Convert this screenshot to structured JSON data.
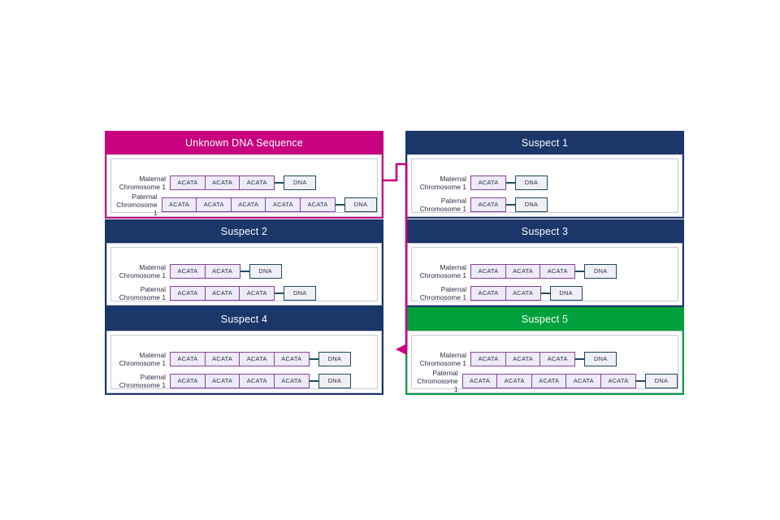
{
  "figure": {
    "title_visible": false,
    "background_color": "#ffffff"
  },
  "colors": {
    "unknown_header": "#C7017F",
    "suspect_header": "#1B3668",
    "match_header": "#00A03C",
    "repeat_border": "#8B3FA0",
    "repeat_fill": "#ECEBF7",
    "dna_border": "#1D4C5C",
    "dna_fill": "#EFEFF5",
    "arrow": "#C7017F",
    "label_text": "#2b2b45"
  },
  "labels": {
    "maternal_line1": "Maternal",
    "maternal_line2": "Chromosome 1",
    "paternal_line1": "Paternal",
    "paternal_line2": "Chromosome 1",
    "repeat_unit": "ACATA",
    "dna_tag": "DNA"
  },
  "panels": [
    {
      "id": "unknown",
      "title": "Unknown DNA Sequence",
      "accent": "magenta",
      "is_match": false,
      "maternal_repeats": 3,
      "paternal_repeats": 5
    },
    {
      "id": "suspect-1",
      "title": "Suspect 1",
      "accent": "navy",
      "is_match": false,
      "maternal_repeats": 1,
      "paternal_repeats": 1
    },
    {
      "id": "suspect-2",
      "title": "Suspect 2",
      "accent": "navy",
      "is_match": false,
      "maternal_repeats": 2,
      "paternal_repeats": 3
    },
    {
      "id": "suspect-3",
      "title": "Suspect 3",
      "accent": "navy",
      "is_match": false,
      "maternal_repeats": 3,
      "paternal_repeats": 2
    },
    {
      "id": "suspect-4",
      "title": "Suspect 4",
      "accent": "navy",
      "is_match": false,
      "maternal_repeats": 4,
      "paternal_repeats": 4
    },
    {
      "id": "suspect-5",
      "title": "Suspect 5",
      "accent": "green",
      "is_match": true,
      "maternal_repeats": 3,
      "paternal_repeats": 5
    }
  ],
  "arrow": {
    "name": "match-arrow",
    "from_panel": "unknown",
    "to_panel": "suspect-5",
    "color": "#C7017F"
  }
}
